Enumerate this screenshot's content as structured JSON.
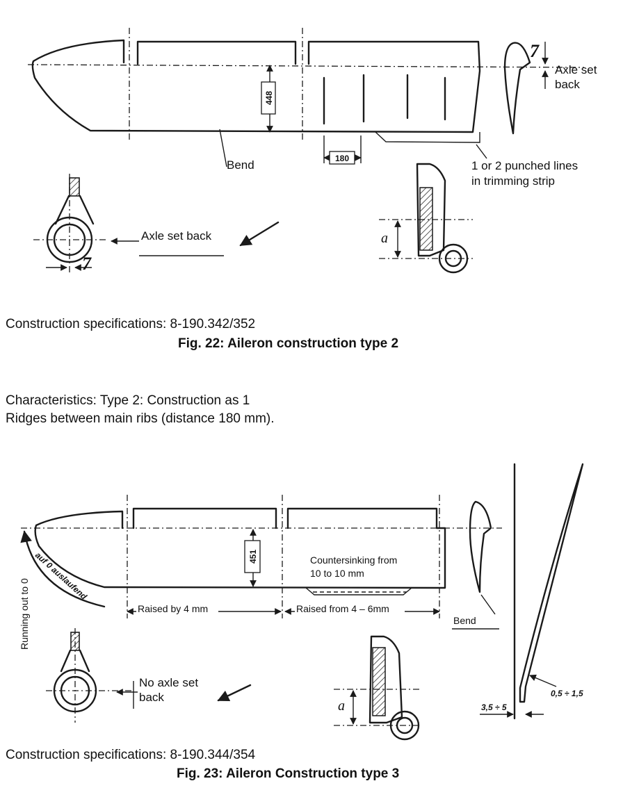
{
  "figure22": {
    "labels": {
      "axle_set_back_line1": "Axle set",
      "axle_set_back_line2": "back",
      "bend": "Bend",
      "punched_line1": "1 or 2 punched lines",
      "punched_line2": "in trimming strip",
      "axle_set_back": "Axle set back",
      "a_label": "a"
    },
    "dims": {
      "height": "448",
      "rib_spacing": "180",
      "offset_top": "7",
      "offset_fitting": "7"
    },
    "spec": "Construction specifications: 8-190.342/352",
    "caption": "Fig. 22: Aileron construction type 2"
  },
  "characteristics": {
    "line1": "Characteristics: Type 2: Construction as 1",
    "line2": "Ridges between main ribs (distance 180 mm)."
  },
  "figure23": {
    "labels": {
      "countersinking_line1": "Countersinking from",
      "countersinking_line2": "10 to 10 mm",
      "auf_0": "auf 0 auslaufend",
      "running_out": "Running out to 0",
      "raised_by": "Raised by 4 mm",
      "raised_from": "Raised from 4 – 6mm",
      "bend": "Bend",
      "no_axle_line1": "No axle set",
      "no_axle_line2": "back",
      "a_label": "a"
    },
    "dims": {
      "height": "451",
      "range_bend": "0,5 ÷ 1,5",
      "range_edge": "3,5 ÷ 5"
    },
    "spec": "Construction specifications: 8-190.344/354",
    "caption": "Fig. 23: Aileron Construction type 3"
  }
}
